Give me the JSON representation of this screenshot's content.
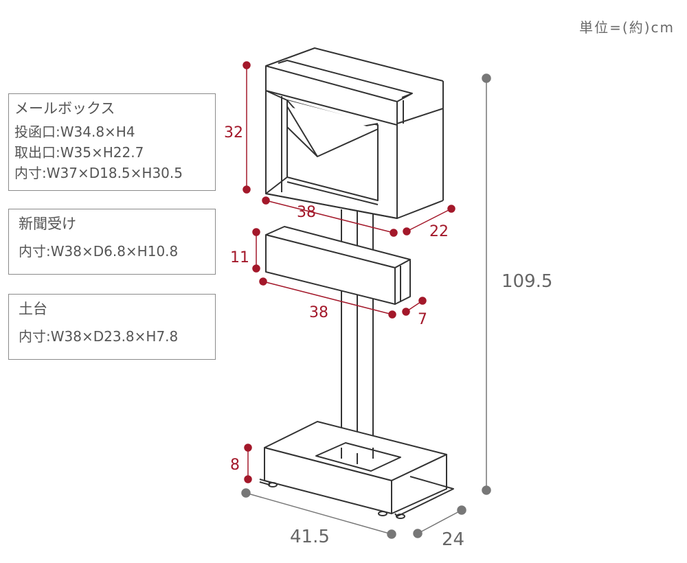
{
  "unit_label": "単位=(約)cm",
  "specs": {
    "mailbox": {
      "title": "メールボックス",
      "lines": [
        "投函口:W34.8×H4",
        "取出口:W35×H22.7",
        "内寸:W37×D18.5×H30.5"
      ]
    },
    "newspaper": {
      "title": "新聞受け",
      "lines": [
        "内寸:W38×D6.8×H10.8"
      ]
    },
    "base": {
      "title": "土台",
      "lines": [
        "内寸:W38×D23.8×H7.8"
      ]
    }
  },
  "dimensions": {
    "mailbox_height": "32",
    "mailbox_width": "38",
    "mailbox_depth": "22",
    "newspaper_height": "11",
    "newspaper_width": "38",
    "newspaper_depth": "7",
    "base_height": "8",
    "base_width": "41.5",
    "base_depth": "24",
    "total_height": "109.5"
  },
  "colors": {
    "dimension_red": "#a3182a",
    "dimension_grey": "#777777",
    "line": "#333333"
  }
}
